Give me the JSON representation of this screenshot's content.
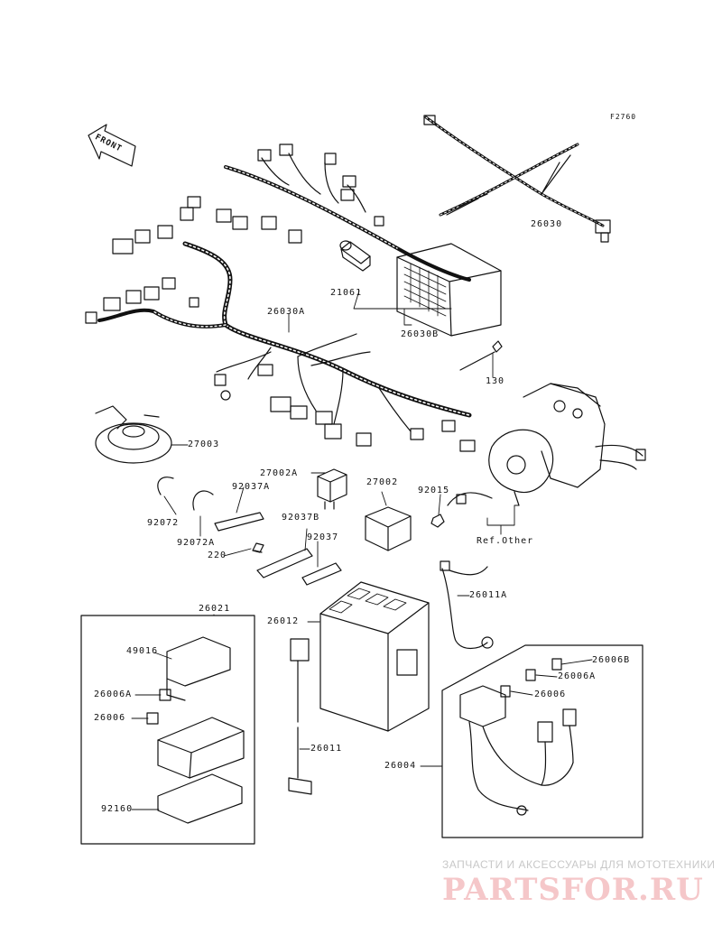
{
  "diagram": {
    "code": "F2760",
    "front_label": "FRONT",
    "labels": {
      "p26030": "26030",
      "p21061": "21061",
      "p26030A": "26030A",
      "p26030B": "26030B",
      "p130": "130",
      "p27003": "27003",
      "p27002A": "27002A",
      "p92037A": "92037A",
      "p27002": "27002",
      "p92015": "92015",
      "p92072": "92072",
      "p92072A": "92072A",
      "p92037B": "92037B",
      "p220": "220",
      "p92037": "92037",
      "ref_other": "Ref.Other",
      "p26011A": "26011A",
      "p26021": "26021",
      "p26012": "26012",
      "p49016": "49016",
      "p26006A_left": "26006A",
      "p26006_left": "26006",
      "p26011": "26011",
      "p92160": "92160",
      "p26006B": "26006B",
      "p26006A_right": "26006A",
      "p26006_right": "26006",
      "p26004": "26004"
    }
  },
  "watermark": {
    "tagline": "ЗАПЧАСТИ И АКСЕССУАРЫ ДЛЯ МОТОТЕХНИКИ",
    "logo": "PARTSFOR.RU"
  },
  "colors": {
    "line": "#111111",
    "watermark_logo": "#f5c7c9",
    "watermark_text": "#c8c8c8"
  }
}
